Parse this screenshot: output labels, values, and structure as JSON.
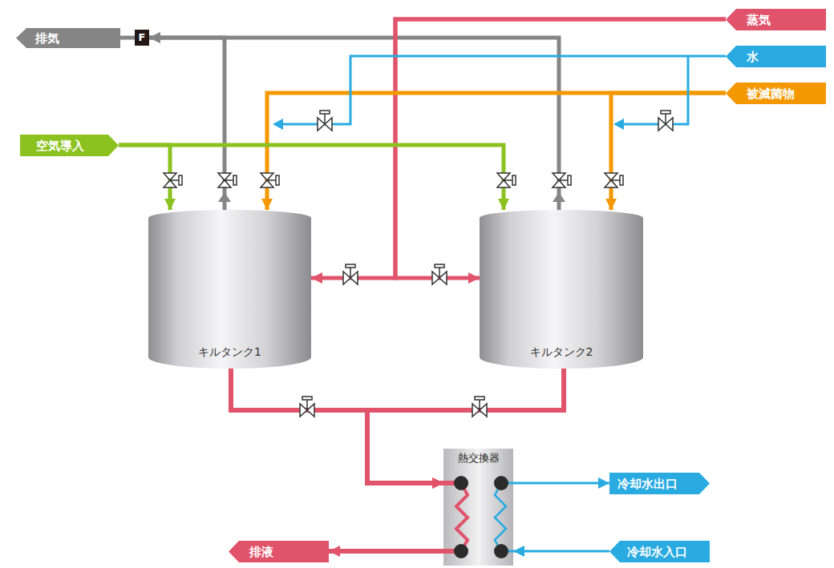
{
  "diagram": {
    "nodes": [
      {
        "text": [
          "排気"
        ]
      },
      {
        "text": [
          "F"
        ]
      },
      {
        "text": [
          "蒸気"
        ]
      },
      {
        "text": [
          "水"
        ]
      },
      {
        "text": [
          "被滅菌物"
        ]
      },
      {
        "text": [
          "空気導入"
        ]
      },
      {
        "text": [
          "キルタンク1"
        ]
      },
      {
        "text": [
          "キルタンク2"
        ]
      },
      {
        "text": [
          "熱交換器"
        ]
      },
      {
        "text": [
          "冷却水出口"
        ]
      },
      {
        "text": [
          "排液"
        ]
      },
      {
        "text": [
          "冷却水入口"
        ]
      }
    ],
    "edges": [
      {
        "from": 1,
        "to": 0,
        "arrow": "none"
      },
      {
        "from": 6,
        "to": 1,
        "arrow": "to"
      },
      {
        "from": 7,
        "to": 1,
        "arrow": "to"
      },
      {
        "from": 2,
        "to": 6,
        "arrow": "to"
      },
      {
        "from": 2,
        "to": 7,
        "arrow": "to"
      },
      {
        "from": 4,
        "to": 6,
        "arrow": "to"
      },
      {
        "from": 4,
        "to": 7,
        "arrow": "to"
      },
      {
        "from": 5,
        "to": 6,
        "arrow": "to"
      },
      {
        "from": 5,
        "to": 7,
        "arrow": "to"
      },
      {
        "from": 6,
        "to": 8,
        "arrow": "to"
      },
      {
        "from": 7,
        "to": 8,
        "arrow": "to"
      },
      {
        "from": 8,
        "to": 10,
        "arrow": "to"
      },
      {
        "from": 8,
        "to": 9,
        "arrow": "to"
      },
      {
        "from": 11,
        "to": 8,
        "arrow": "to"
      }
    ]
  }
}
